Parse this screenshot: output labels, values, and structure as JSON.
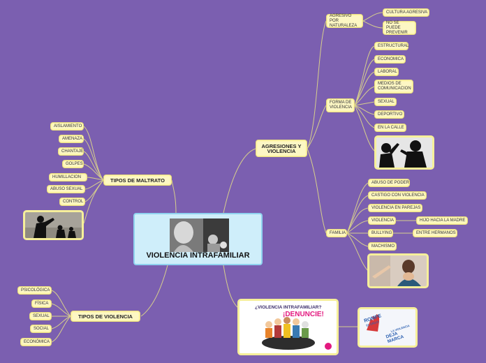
{
  "central": {
    "title": "VIOLENCIA INTRAFAMILIAR",
    "image": "family-violence-photo"
  },
  "tipos_maltrato": {
    "label": "TIPOS DE MALTRATO",
    "items": [
      "AISLAMIENTO",
      "AMENAZA",
      "CHANTAJE",
      "GOLPES",
      "HUMILLACION",
      "ABUSO SEXUAL",
      "CONTROL"
    ],
    "image": "fighting-silhouettes-image"
  },
  "tipos_violencia": {
    "label": "TIPOS DE VIOLENCIA",
    "items": [
      "PSICOLÓGICA",
      "FÍSICA",
      "SEXUAL",
      "SOCIAL",
      "ECONÓMICA"
    ]
  },
  "agresiones": {
    "label": "AGRESIONES Y VIOLENCIA",
    "agresivo": {
      "label": "AGRESIVO POR NATURALEZA",
      "items": [
        "CULTURA AGRESIVA",
        "NO SE PUEDE PREVENIR"
      ]
    },
    "forma": {
      "label": "FORMA DE VIOLENCIA",
      "items": [
        "ESTRUCTURAL",
        "ECONOMICA",
        "LABORAL",
        "MEDIOS DE COMUNICACION",
        "SEXUAL",
        "DEPORTIVO",
        "EN LA CALLE"
      ],
      "image": "couple-argument-image"
    },
    "familia": {
      "label": "FAMILIA",
      "items": [
        "ABUSO DE PODER",
        "CASTIGO CON VIOLENCIA",
        "VIOLENCIA EN PAREJAS",
        "VIOLENCIA",
        "BULLYING",
        "MACHISMO"
      ],
      "violencia_child": "HIJO HACIA LA MADRE",
      "bullying_child": "ENTRE HERMANOS",
      "image": "woman-victim-image"
    }
  },
  "denuncia": {
    "line1": "¿VIOLENCIA INTRAFAMILIAR?",
    "line2": "¡DENUNCIE!"
  },
  "rompe": {
    "line1": "ROMPE",
    "line2": "EL CICLO",
    "line3": "LA VIOLENCIA",
    "line4": "DEJA MARCA"
  },
  "colors": {
    "background": "#7b5fb0",
    "node": "#fdf7c4",
    "central": "#cfeefa",
    "link": "#d8d08a"
  }
}
